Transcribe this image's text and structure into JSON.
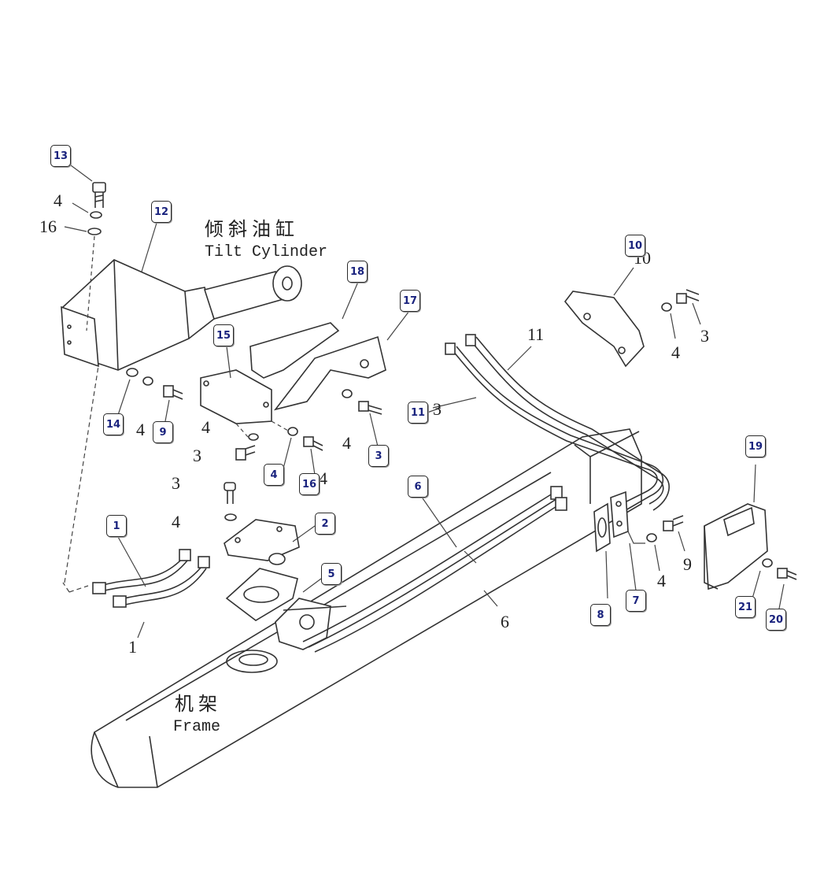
{
  "titles": {
    "tilt_cn": "倾 斜 油 缸",
    "tilt_en": "Tilt Cylinder",
    "frame_cn": "机 架",
    "frame_en": "Frame"
  },
  "printed_numbers": {
    "n4_a": "4",
    "n16_a": "16",
    "n4_b": "4",
    "n3_a": "3",
    "n3_b": "3",
    "n4_c": "4",
    "n4_d": "4",
    "n4_e": "4",
    "n3_c": "3",
    "n4_f": "4",
    "n11": "11",
    "n10": "10",
    "n4_g": "4",
    "n3_d": "3",
    "n9": "9",
    "n4_h": "4",
    "n6": "6",
    "n1": "1"
  },
  "callouts": {
    "c13": "13",
    "c12": "12",
    "c18": "18",
    "c17": "17",
    "c15": "15",
    "c14": "14",
    "c9": "9",
    "c4": "4",
    "c16": "16",
    "c3": "3",
    "c11": "11",
    "c10": "10",
    "c19": "19",
    "c6": "6",
    "c2": "2",
    "c1": "1",
    "c5": "5",
    "c8": "8",
    "c7": "7",
    "c21": "21",
    "c20": "20"
  }
}
